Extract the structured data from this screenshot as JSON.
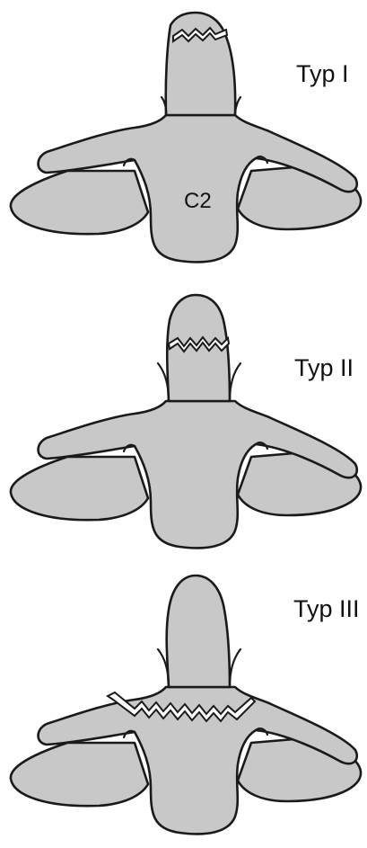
{
  "panels": [
    {
      "label": "Typ I",
      "fracture": "dens-tip"
    },
    {
      "label": "Typ II",
      "fracture": "dens-base"
    },
    {
      "label": "Typ III",
      "fracture": "vertebral-body"
    }
  ],
  "vertebra_label": "C2",
  "colors": {
    "bone": "#c8c8c8",
    "outline": "#1a1a1a",
    "background": "#ffffff"
  }
}
